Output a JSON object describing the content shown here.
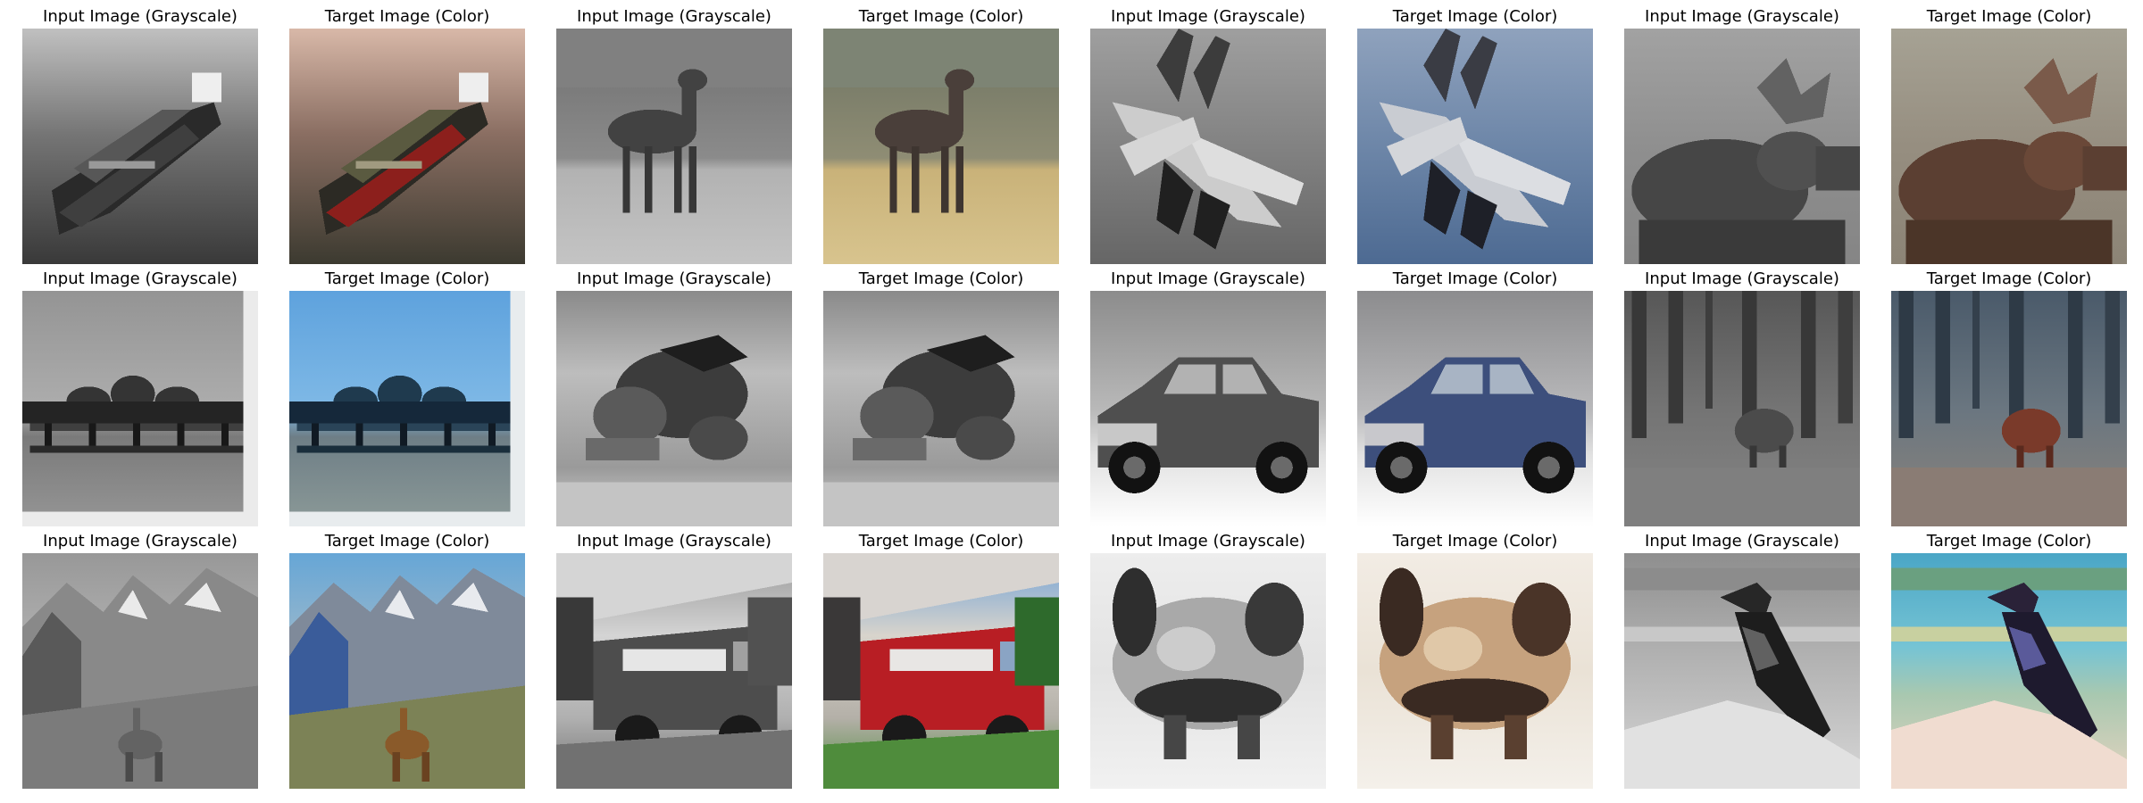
{
  "figure": {
    "rows": [
      [
        {
          "title": "Input Image (Grayscale)",
          "subject": "ship",
          "mode": "gray"
        },
        {
          "title": "Target Image (Color)",
          "subject": "ship",
          "mode": "color"
        },
        {
          "title": "Input Image (Grayscale)",
          "subject": "deer-field",
          "mode": "gray"
        },
        {
          "title": "Target Image (Color)",
          "subject": "deer-field",
          "mode": "color"
        },
        {
          "title": "Input Image (Grayscale)",
          "subject": "fighter-jet",
          "mode": "gray"
        },
        {
          "title": "Target Image (Color)",
          "subject": "fighter-jet",
          "mode": "color"
        },
        {
          "title": "Input Image (Grayscale)",
          "subject": "moose",
          "mode": "gray"
        },
        {
          "title": "Target Image (Color)",
          "subject": "moose",
          "mode": "color"
        }
      ],
      [
        {
          "title": "Input Image (Grayscale)",
          "subject": "airport-terminal",
          "mode": "gray"
        },
        {
          "title": "Target Image (Color)",
          "subject": "airport-terminal",
          "mode": "color"
        },
        {
          "title": "Input Image (Grayscale)",
          "subject": "frog",
          "mode": "gray"
        },
        {
          "title": "Target Image (Color)",
          "subject": "frog",
          "mode": "gray"
        },
        {
          "title": "Input Image (Grayscale)",
          "subject": "car",
          "mode": "gray"
        },
        {
          "title": "Target Image (Color)",
          "subject": "car",
          "mode": "color"
        },
        {
          "title": "Input Image (Grayscale)",
          "subject": "deer-forest",
          "mode": "gray"
        },
        {
          "title": "Target Image (Color)",
          "subject": "deer-forest",
          "mode": "color"
        }
      ],
      [
        {
          "title": "Input Image (Grayscale)",
          "subject": "mountain-deer",
          "mode": "gray"
        },
        {
          "title": "Target Image (Color)",
          "subject": "mountain-deer",
          "mode": "color"
        },
        {
          "title": "Input Image (Grayscale)",
          "subject": "fire-truck",
          "mode": "gray"
        },
        {
          "title": "Target Image (Color)",
          "subject": "fire-truck",
          "mode": "color"
        },
        {
          "title": "Input Image (Grayscale)",
          "subject": "cat",
          "mode": "gray"
        },
        {
          "title": "Target Image (Color)",
          "subject": "cat",
          "mode": "color"
        },
        {
          "title": "Input Image (Grayscale)",
          "subject": "bird",
          "mode": "gray"
        },
        {
          "title": "Target Image (Color)",
          "subject": "bird",
          "mode": "color"
        }
      ]
    ]
  }
}
